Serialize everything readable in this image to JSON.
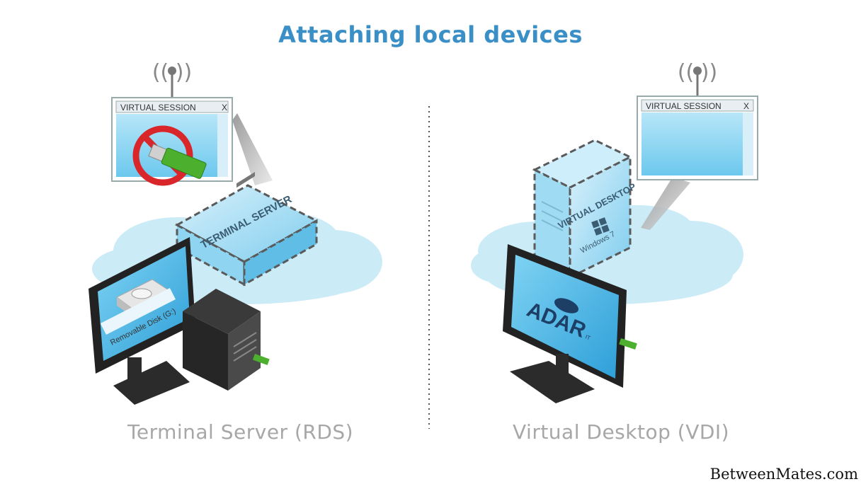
{
  "title": "Attaching local devices",
  "left_caption": "Terminal Server (RDS)",
  "right_caption": "Virtual Desktop (VDI)",
  "left_window_title": "VIRTUAL SESSION",
  "right_window_title": "VIRTUAL SESSION",
  "window_close_glyph": "X",
  "terminal_server_label": "TERMINAL SERVER",
  "virtual_desktop_label": "VIRTUAL DESKTOP",
  "os_label": "Windows 7",
  "disk_label": "Removable Disk (G:)",
  "brand": "ADAR",
  "brand_suffix": "IT",
  "watermark": "BetweenMates.com",
  "colors": {
    "title": "#3a8fc6",
    "caption": "#a7a7a7",
    "screen": "#5ec0ec",
    "cloud": "#bfe6f6",
    "usb": "#4caf2e",
    "prohibit": "#d8262b"
  }
}
